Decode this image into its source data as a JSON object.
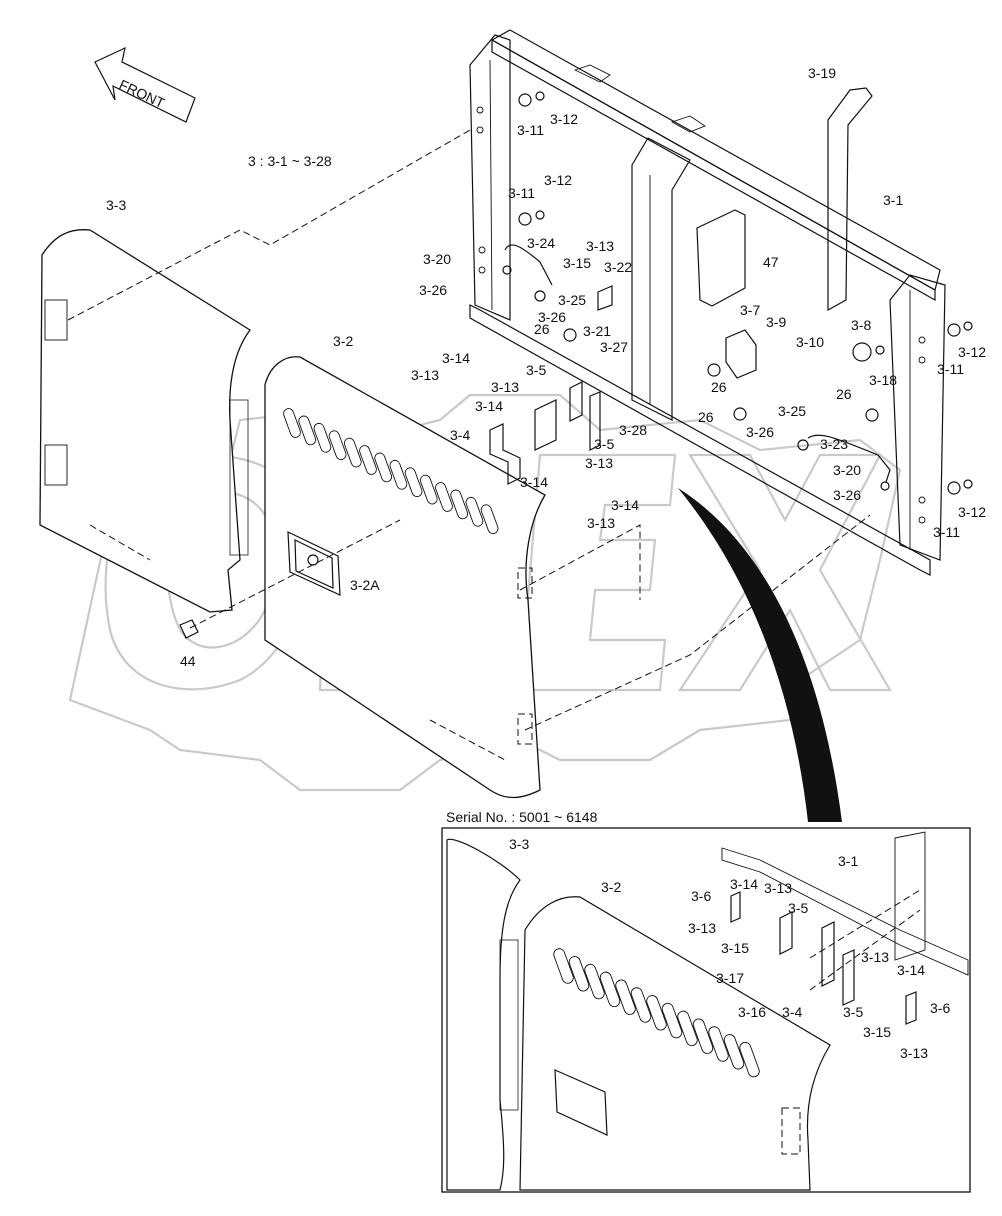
{
  "diagram": {
    "front_label": "FRONT",
    "range_label": "3 : 3-1 ~ 3-28",
    "serial_label": "Serial No. : 5001 ~ 6148",
    "watermark": "OPEX",
    "main_callouts": [
      {
        "id": "m1",
        "text": "3-19"
      },
      {
        "id": "m2",
        "text": "3-1"
      },
      {
        "id": "m3",
        "text": "3-11"
      },
      {
        "id": "m4",
        "text": "3-12"
      },
      {
        "id": "m5",
        "text": "3-11"
      },
      {
        "id": "m6",
        "text": "3-12"
      },
      {
        "id": "m7",
        "text": "3-3"
      },
      {
        "id": "m8",
        "text": "3-24"
      },
      {
        "id": "m9",
        "text": "3-20"
      },
      {
        "id": "m10",
        "text": "3-26"
      },
      {
        "id": "m11",
        "text": "3-13"
      },
      {
        "id": "m12",
        "text": "3-15"
      },
      {
        "id": "m13",
        "text": "3-22"
      },
      {
        "id": "m14",
        "text": "3-25"
      },
      {
        "id": "m15",
        "text": "3-26"
      },
      {
        "id": "m16",
        "text": "26"
      },
      {
        "id": "m17",
        "text": "3-21"
      },
      {
        "id": "m18",
        "text": "3-27"
      },
      {
        "id": "m19",
        "text": "47"
      },
      {
        "id": "m20",
        "text": "3-7"
      },
      {
        "id": "m21",
        "text": "3-9"
      },
      {
        "id": "m22",
        "text": "3-10"
      },
      {
        "id": "m23",
        "text": "26"
      },
      {
        "id": "m24",
        "text": "3-8"
      },
      {
        "id": "m25",
        "text": "3-18"
      },
      {
        "id": "m26",
        "text": "3-12"
      },
      {
        "id": "m27",
        "text": "3-11"
      },
      {
        "id": "m28",
        "text": "3-2"
      },
      {
        "id": "m29",
        "text": "3-14"
      },
      {
        "id": "m30",
        "text": "3-13"
      },
      {
        "id": "m31",
        "text": "3-5"
      },
      {
        "id": "m32",
        "text": "3-13"
      },
      {
        "id": "m33",
        "text": "3-14"
      },
      {
        "id": "m34",
        "text": "3-4"
      },
      {
        "id": "m35",
        "text": "3-28"
      },
      {
        "id": "m36",
        "text": "3-5"
      },
      {
        "id": "m37",
        "text": "3-14"
      },
      {
        "id": "m38",
        "text": "3-13"
      },
      {
        "id": "m39",
        "text": "3-14"
      },
      {
        "id": "m40",
        "text": "3-13"
      },
      {
        "id": "m41",
        "text": "26"
      },
      {
        "id": "m42",
        "text": "3-25"
      },
      {
        "id": "m43",
        "text": "3-26"
      },
      {
        "id": "m44",
        "text": "3-23"
      },
      {
        "id": "m45",
        "text": "26"
      },
      {
        "id": "m46",
        "text": "3-20"
      },
      {
        "id": "m47",
        "text": "3-26"
      },
      {
        "id": "m48",
        "text": "3-12"
      },
      {
        "id": "m49",
        "text": "3-11"
      },
      {
        "id": "m50",
        "text": "3-2A"
      },
      {
        "id": "m51",
        "text": "44"
      }
    ],
    "inset_callouts": [
      {
        "id": "i1",
        "text": "3-3"
      },
      {
        "id": "i2",
        "text": "3-1"
      },
      {
        "id": "i3",
        "text": "3-2"
      },
      {
        "id": "i4",
        "text": "3-6"
      },
      {
        "id": "i5",
        "text": "3-14"
      },
      {
        "id": "i6",
        "text": "3-13"
      },
      {
        "id": "i7",
        "text": "3-5"
      },
      {
        "id": "i8",
        "text": "3-13"
      },
      {
        "id": "i9",
        "text": "3-15"
      },
      {
        "id": "i10",
        "text": "3-13"
      },
      {
        "id": "i11",
        "text": "3-14"
      },
      {
        "id": "i12",
        "text": "3-17"
      },
      {
        "id": "i13",
        "text": "3-6"
      },
      {
        "id": "i14",
        "text": "3-16"
      },
      {
        "id": "i15",
        "text": "3-4"
      },
      {
        "id": "i16",
        "text": "3-5"
      },
      {
        "id": "i17",
        "text": "3-15"
      },
      {
        "id": "i18",
        "text": "3-13"
      }
    ]
  }
}
